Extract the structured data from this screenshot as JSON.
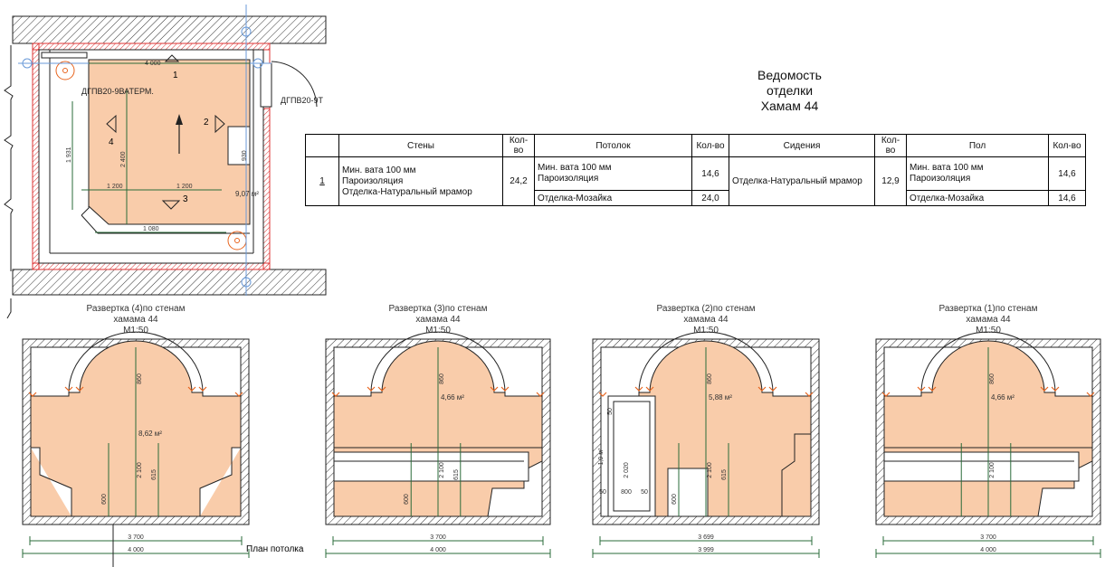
{
  "schedule": {
    "title1": "Ведомость",
    "title2": "отделки",
    "title3": "Хамам 44",
    "headers": [
      "Стены",
      "Кол-во",
      "Потолок",
      "Кол-во",
      "Сидения",
      "Кол-во",
      "Пол",
      "Кол-во"
    ],
    "row_no": "1",
    "walls_l1": "Мин. вата 100 мм",
    "walls_l2": "Пароизоляция",
    "walls_l3": "Отделка-Натуральный мрамор",
    "walls_qty": "24,2",
    "ceil_l1": "Мин. вата 100 мм",
    "ceil_l2": "Пароизоляция",
    "ceil_qty1": "14,6",
    "ceil_l3": "Отделка-Мозайка",
    "ceil_qty2": "24,0",
    "seat": "Отделка-Натуральный мрамор",
    "seat_qty": "12,9",
    "floor_l1": "Мин. вата 100 мм",
    "floor_l2": "Пароизоляция",
    "floor_qty1": "14,6",
    "floor_l3": "Отделка-Мозайка",
    "floor_qty2": "14,6"
  },
  "plan": {
    "dim_top": "4 000",
    "door_left": "ДГПВ20-9ВАТЕРМ.",
    "door_right": "ДГПВ20-9Т",
    "marker1": "1",
    "marker2": "2",
    "marker3": "3",
    "marker4": "4",
    "dim_1931": "1 931",
    "dim_2400": "2 400",
    "dim_1200a": "1 200",
    "dim_1200b": "1 200",
    "dim_1080": "1 080",
    "dim_930": "930",
    "area": "9,07 м²",
    "ceiling_label": "План потолка"
  },
  "elevations": [
    {
      "title1": "Развертка (4)по стенам",
      "title2": "хамама 44",
      "title3": "М1:50",
      "area": "8,62 м²",
      "d860": "860",
      "d2100": "2 100",
      "d615": "615",
      "d600": "600",
      "w1": "3 700",
      "w2": "4 000"
    },
    {
      "title1": "Развертка (3)по стенам",
      "title2": "хамама 44",
      "title3": "М1:50",
      "area": "4,66 м²",
      "d860": "860",
      "d2100": "2 100",
      "d615": "615",
      "d600": "600",
      "w1": "3 700",
      "w2": "4 000"
    },
    {
      "title1": "Развертка (2)по стенам",
      "title2": "хамама 44",
      "title3": "М1:50",
      "area": "5,88 м²",
      "d860": "860",
      "d2100": "2 100",
      "d615": "615",
      "d600": "600",
      "w1": "3 699",
      "w2": "3 999",
      "d50a": "50",
      "d2020": "2 020",
      "d50b": "50",
      "d800": "800",
      "d50c": "50",
      "door_area": "1,9 м²"
    },
    {
      "title1": "Развертка (1)по стенам",
      "title2": "хамама 44",
      "title3": "М1:50",
      "area": "4,66 м²",
      "d860": "860",
      "d2100": "2 100",
      "w1": "3 700",
      "w2": "4 000"
    }
  ],
  "colors": {
    "fill": "#f9ccaa",
    "orange": "#e8641e",
    "dim": "#2a6b3a",
    "blue": "#6a9ad8"
  }
}
